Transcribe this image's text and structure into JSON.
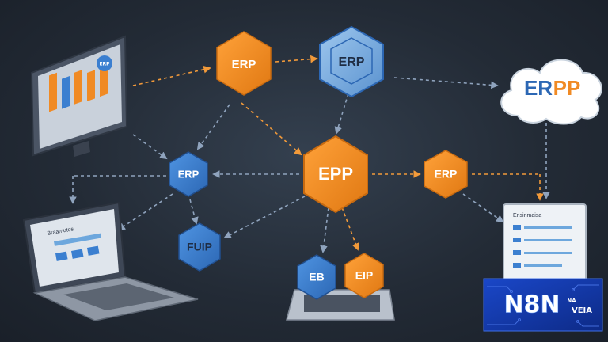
{
  "diagram": {
    "center_node": "EPP",
    "cloud_label": {
      "part1": "ER",
      "part2": "PP"
    },
    "nodes": {
      "top_orange": "ERP",
      "top_blue": "ERP",
      "left_blue": "ERP",
      "lower_blue": "FUIP",
      "right_orange": "ERP",
      "bottom_blue": "EB",
      "bottom_orange": "EIP"
    },
    "document_title": "Ensinmaisa",
    "laptop_title": "Braamutos",
    "monitor_badge": "ERP"
  },
  "watermark": {
    "main": "N8N",
    "small_top": "NA",
    "small_bottom": "VEIA"
  },
  "colors": {
    "background": "#232b36",
    "orange": "#f08a24",
    "blue": "#3b7fd0",
    "light_blue": "#6da7dd",
    "arrow_orange": "#f29a3a",
    "arrow_blue": "#8fa3bd",
    "watermark_bg": "#1438a8"
  }
}
